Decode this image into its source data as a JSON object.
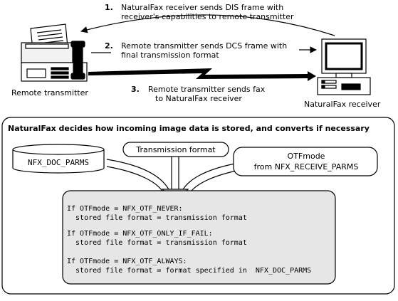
{
  "top": {
    "steps": [
      {
        "num": "1.",
        "lines": [
          "NaturalFax receiver sends DIS frame with",
          "receiver's capabilities to remote transmitter"
        ]
      },
      {
        "num": "2.",
        "lines": [
          "Remote transmitter sends DCS frame with",
          "final transmission format"
        ]
      },
      {
        "num": "3.",
        "lines": [
          "Remote transmitter sends fax",
          "to NaturalFax receiver"
        ]
      }
    ],
    "remote_label": "Remote transmitter",
    "receiver_label": "NaturalFax receiver"
  },
  "bottom": {
    "title": "NaturalFax decides how incoming image data is stored, and converts if necessary",
    "inputs": {
      "doc_parms": "NFX_DOC_PARMS",
      "transmission": "Transmission format",
      "otf_line1": "OTFmode",
      "otf_line2": "from  NFX_RECEIVE_PARMS"
    },
    "rules": [
      {
        "cond": "If OTFmode = NFX_OTF_NEVER:",
        "result": "  stored file format = transmission format"
      },
      {
        "cond": "If OTFmode = NFX_OTF_ONLY_IF_FAIL:",
        "result": "  stored file format = transmission format"
      },
      {
        "cond": "If OTFmode = NFX_OTF_ALWAYS:",
        "result": "  stored file format = format specified in  NFX_DOC_PARMS"
      }
    ]
  }
}
